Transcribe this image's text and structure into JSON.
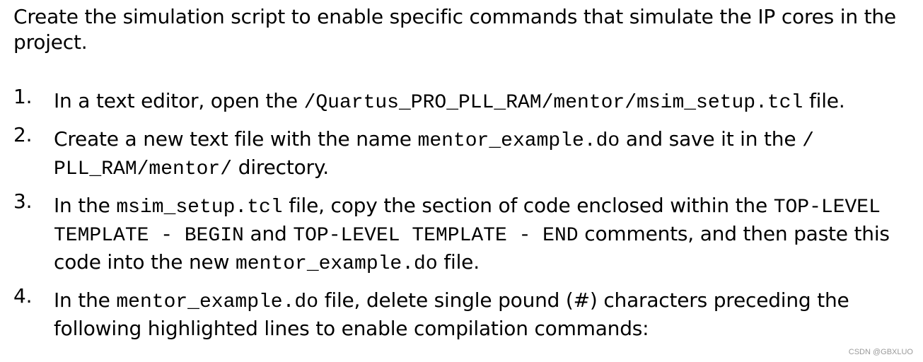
{
  "intro": "Create the simulation script to enable specific commands that simulate the IP cores in the project.",
  "steps": [
    {
      "number": "1.",
      "t1": "In a text editor, open the ",
      "c1": "/Quartus_PRO_PLL_RAM/mentor/msim_setup.tcl",
      "t2": " file."
    },
    {
      "number": "2.",
      "t1": "Create a new text file with the name ",
      "c1": "mentor_example.do",
      "t2": " and save it in the ",
      "c2": "/ PLL_RAM/mentor/",
      "t3": " directory."
    },
    {
      "number": "3.",
      "t1": "In the ",
      "c1": "msim_setup.tcl",
      "t2": " file, copy the section of code enclosed within the ",
      "c2": "TOP-LEVEL TEMPLATE - BEGIN",
      "t3": " and ",
      "c3": "TOP-LEVEL TEMPLATE - END",
      "t4": " comments, and then paste this code into the new ",
      "c4": "mentor_example.do",
      "t5": " file."
    },
    {
      "number": "4.",
      "t1": "In the ",
      "c1": "mentor_example.do",
      "t2": " file, delete single pound (#) characters preceding the following highlighted lines to enable compilation commands:"
    }
  ],
  "watermark": "CSDN @GBXLUO"
}
